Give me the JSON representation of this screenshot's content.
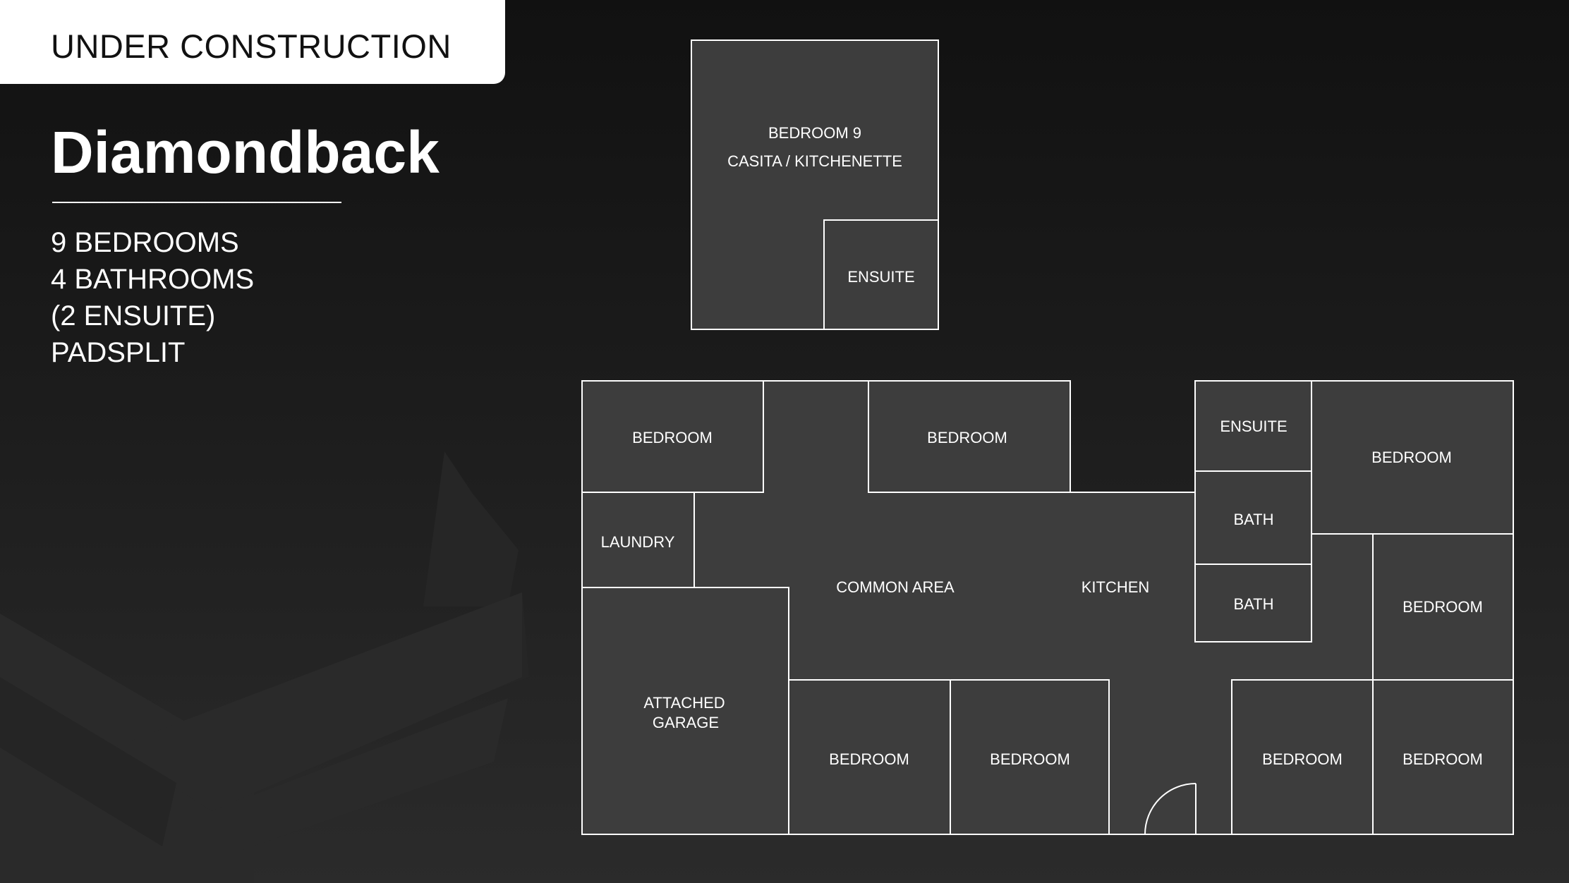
{
  "badge": {
    "text": "UNDER CONSTRUCTION"
  },
  "property": {
    "name": "Diamondback"
  },
  "stats": [
    "9 BEDROOMS",
    "4 BATHROOMS",
    "(2 ENSUITE)",
    "PADSPLIT"
  ],
  "rooms": {
    "casita_bedroom": "BEDROOM 9",
    "casita_kitchenette": "CASITA / KITCHENETTE",
    "casita_ensuite": "ENSUITE",
    "bedroom_top_left": "BEDROOM",
    "bedroom_top_mid": "BEDROOM",
    "laundry": "LAUNDRY",
    "common_area": "COMMON AREA",
    "kitchen": "KITCHEN",
    "garage_line1": "ATTACHED",
    "garage_line2": "GARAGE",
    "ensuite_right": "ENSUITE",
    "bath_1": "BATH",
    "bath_2": "BATH",
    "bedroom_top_right": "BEDROOM",
    "bedroom_mid_right": "BEDROOM",
    "bedroom_bottom_1": "BEDROOM",
    "bedroom_bottom_2": "BEDROOM",
    "bedroom_bottom_3": "BEDROOM",
    "bedroom_bottom_4": "BEDROOM"
  },
  "colors": {
    "background": "#161616",
    "room_fill": "#3d3d3d",
    "wall": "#ffffff"
  }
}
